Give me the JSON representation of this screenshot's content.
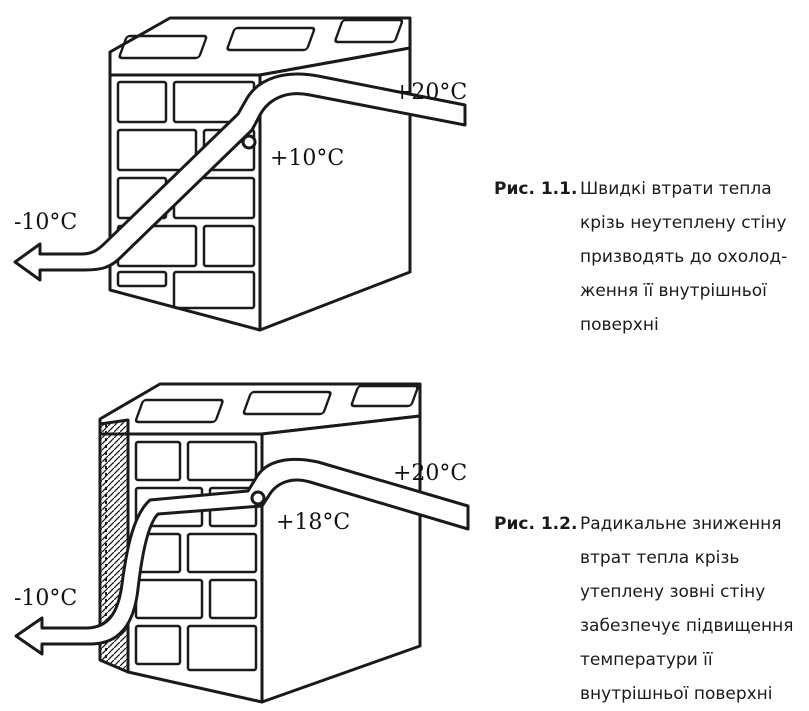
{
  "figures": [
    {
      "id": "1.1",
      "temp_outside": "-10°C",
      "temp_surface": "+10°C",
      "temp_inside": "+20°C",
      "caption_number": "Рис. 1.1.",
      "caption_lines": [
        "Швидкі втрати тепла",
        "крізь неутеплену стіну",
        "призводять до охолод-",
        "ження її внутрішньої",
        "поверхні"
      ]
    },
    {
      "id": "1.2",
      "temp_outside": "-10°C",
      "temp_surface": "+18°C",
      "temp_inside": "+20°C",
      "caption_number": "Рис. 1.2.",
      "caption_lines": [
        "Радикальне зниження",
        "втрат тепла крізь",
        "утеплену зовні стіну",
        "забезпечує підвищення",
        "температури її",
        "внутрішньої поверхні"
      ]
    }
  ],
  "colors": {
    "ink": "#1a1a1a",
    "paper": "#ffffff",
    "insulation": "#555555"
  }
}
